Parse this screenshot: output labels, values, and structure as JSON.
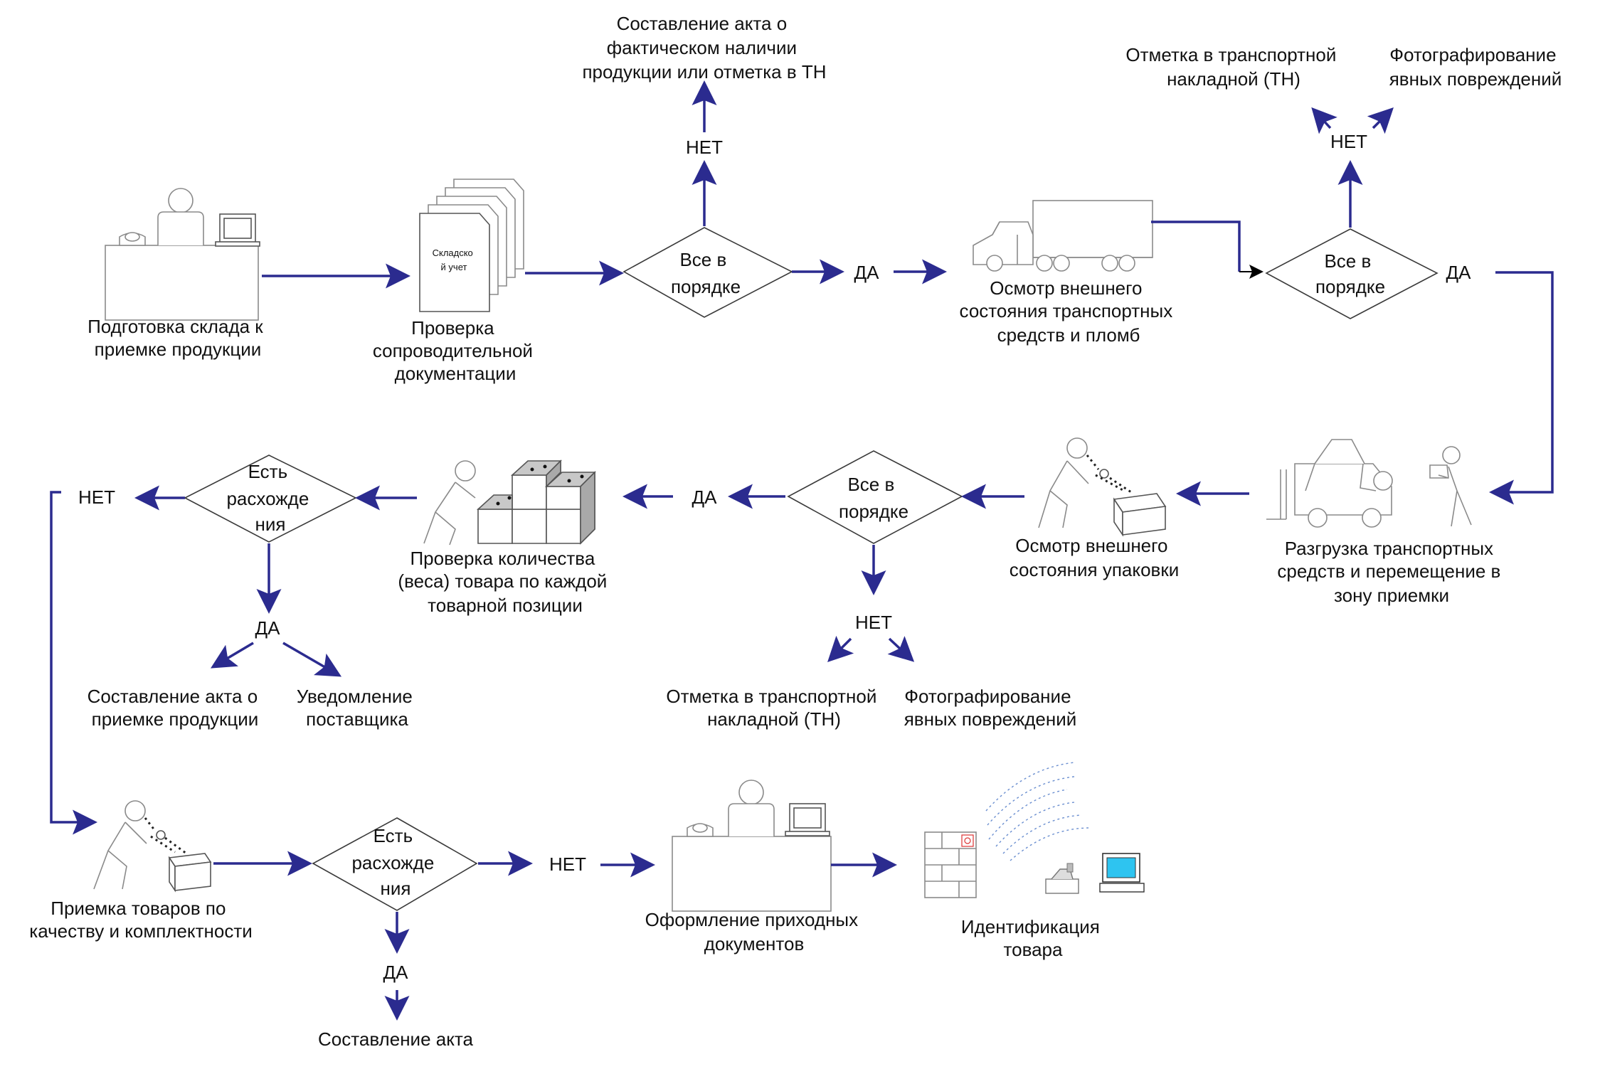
{
  "colors": {
    "arrow": "#2b2b8f",
    "outline": "#3a3a3a",
    "icon": "#8a8a8a",
    "screen": "#2ec4f0"
  },
  "nodes": {
    "prep": "Подготовка склада к|приемке продукции",
    "docs_check": "Проверка|сопроводительной|документации",
    "docs_icon": "Складско|й учет",
    "d1": "Все в|порядке",
    "d1_no": "НЕТ",
    "d1_no_out": "Составление акта о|фактическом наличии|продукции или отметка в ТН",
    "d1_yes": "ДА",
    "truck": "Осмотр внешнего|состояния транспортных|средств и пломб",
    "d2": "Все в|порядке",
    "d2_no": "НЕТ",
    "d2_no_left": "Отметка в транспортной|накладной (ТН)",
    "d2_no_right": "Фотографирование|явных повреждений",
    "d2_yes": "ДА",
    "unload": "Разгрузка транспортных|средств и перемещение в|зону приемки",
    "pack": "Осмотр внешнего|состояния упаковки",
    "d3": "Все в|порядке",
    "d3_yes": "ДА",
    "d3_no": "НЕТ",
    "d3_no_left": "Отметка в транспортной|накладной (ТН)",
    "d3_no_right": "Фотографирование|явных повреждений",
    "qty": "Проверка количества|(веса) товара по каждой|товарной позиции",
    "d4": "Есть|расхожде|ния",
    "d4_no": "НЕТ",
    "d4_yes": "ДА",
    "d4_yes_left": "Составление акта о|приемке продукции",
    "d4_yes_right": "Уведомление|поставщика",
    "quality": "Приемка товаров по|качеству и комплектности",
    "d5": "Есть|расхожде|ния",
    "d5_no": "НЕТ",
    "d5_yes": "ДА",
    "d5_yes_out": "Составление акта",
    "receipt_docs": "Оформление приходных|документов",
    "ident": "Идентификация|товара"
  }
}
